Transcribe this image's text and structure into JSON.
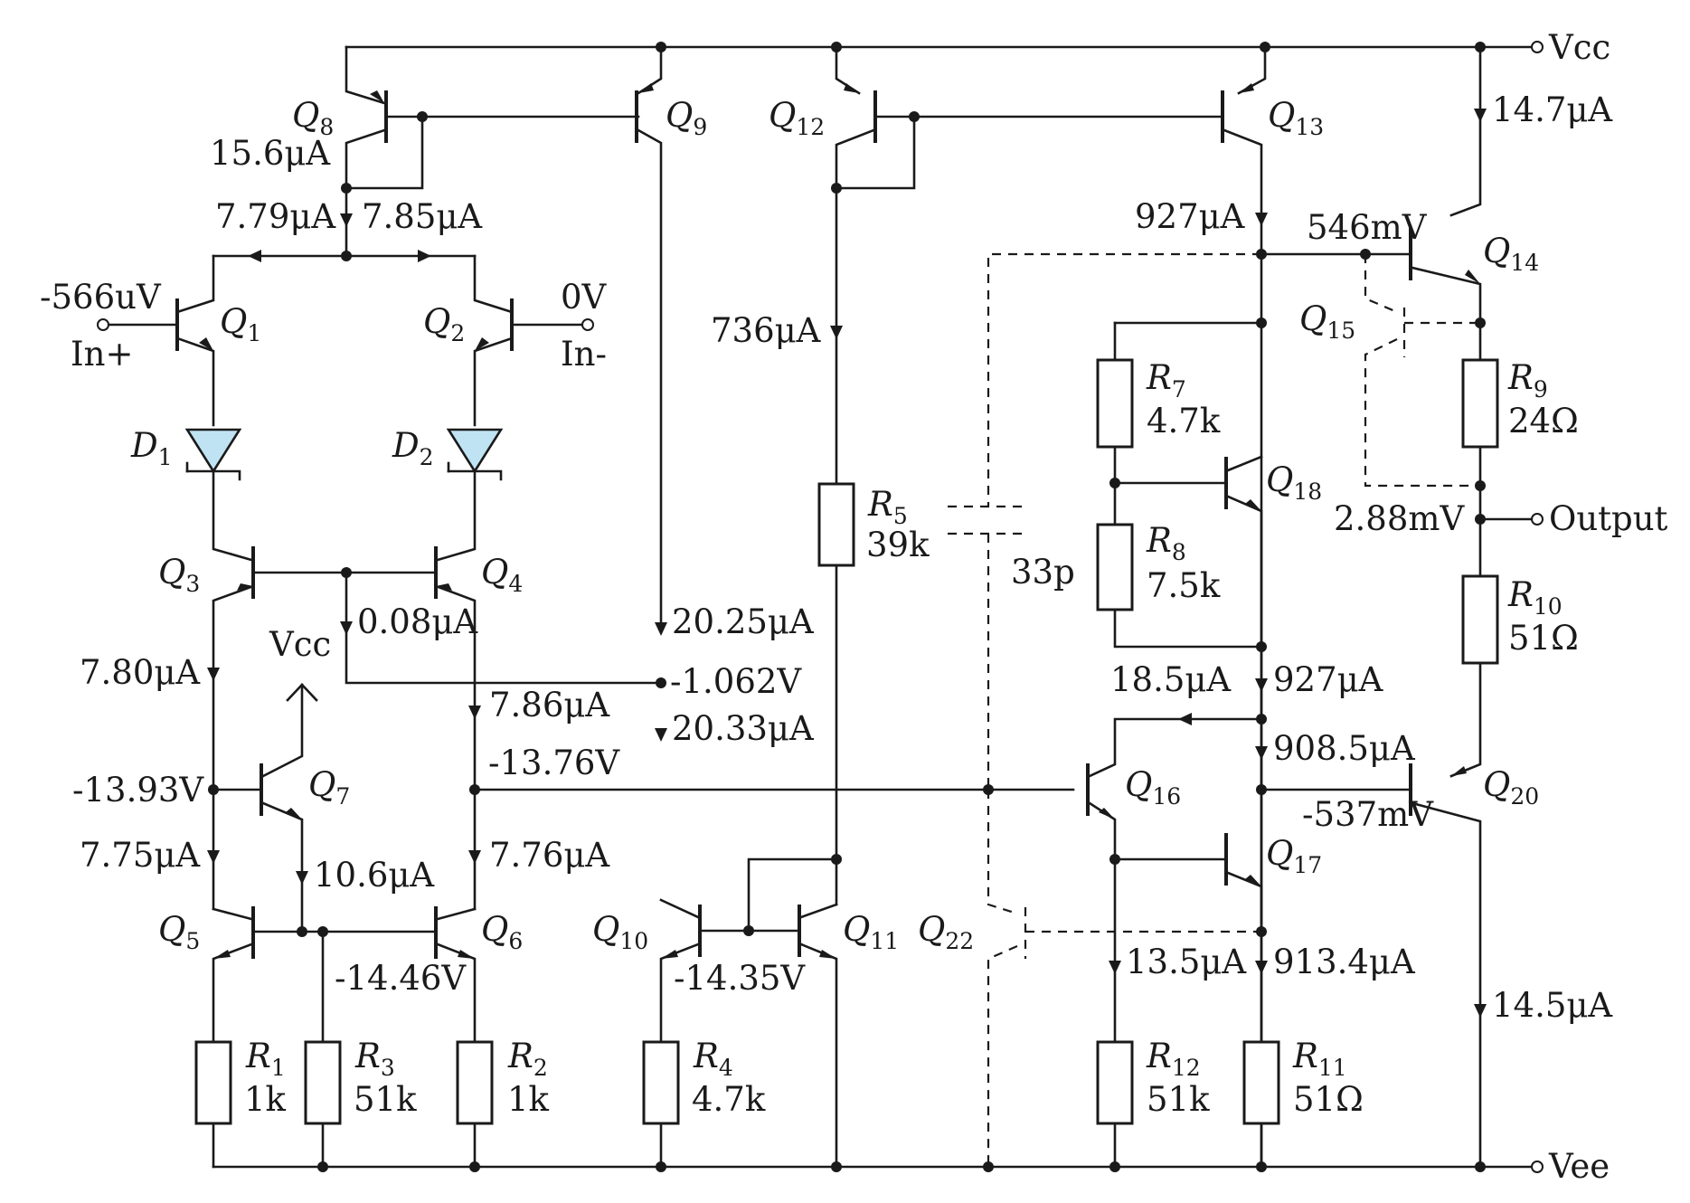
{
  "nets": {
    "vcc": "Vcc",
    "vee": "Vee",
    "output": "Output",
    "in_plus": "In+",
    "in_minus": "In-",
    "q7_vcc": "Vcc"
  },
  "transistors": {
    "q1": {
      "letter": "Q",
      "sub": "1"
    },
    "q2": {
      "letter": "Q",
      "sub": "2"
    },
    "q3": {
      "letter": "Q",
      "sub": "3"
    },
    "q4": {
      "letter": "Q",
      "sub": "4"
    },
    "q5": {
      "letter": "Q",
      "sub": "5"
    },
    "q6": {
      "letter": "Q",
      "sub": "6"
    },
    "q7": {
      "letter": "Q",
      "sub": "7"
    },
    "q8": {
      "letter": "Q",
      "sub": "8"
    },
    "q9": {
      "letter": "Q",
      "sub": "9"
    },
    "q10": {
      "letter": "Q",
      "sub": "10"
    },
    "q11": {
      "letter": "Q",
      "sub": "11"
    },
    "q12": {
      "letter": "Q",
      "sub": "12"
    },
    "q13": {
      "letter": "Q",
      "sub": "13"
    },
    "q14": {
      "letter": "Q",
      "sub": "14"
    },
    "q15": {
      "letter": "Q",
      "sub": "15"
    },
    "q16": {
      "letter": "Q",
      "sub": "16"
    },
    "q17": {
      "letter": "Q",
      "sub": "17"
    },
    "q18": {
      "letter": "Q",
      "sub": "18"
    },
    "q20": {
      "letter": "Q",
      "sub": "20"
    },
    "q22": {
      "letter": "Q",
      "sub": "22"
    }
  },
  "diodes": {
    "d1": {
      "letter": "D",
      "sub": "1"
    },
    "d2": {
      "letter": "D",
      "sub": "2"
    }
  },
  "resistors": {
    "r1": {
      "letter": "R",
      "sub": "1",
      "value": "1k"
    },
    "r2": {
      "letter": "R",
      "sub": "2",
      "value": "1k"
    },
    "r3": {
      "letter": "R",
      "sub": "3",
      "value": "51k"
    },
    "r4": {
      "letter": "R",
      "sub": "4",
      "value": "4.7k"
    },
    "r5": {
      "letter": "R",
      "sub": "5",
      "value": "39k"
    },
    "r7": {
      "letter": "R",
      "sub": "7",
      "value": "4.7k"
    },
    "r8": {
      "letter": "R",
      "sub": "8",
      "value": "7.5k"
    },
    "r9": {
      "letter": "R",
      "sub": "9",
      "value": "24Ω"
    },
    "r10": {
      "letter": "R",
      "sub": "10",
      "value": "51Ω"
    },
    "r11": {
      "letter": "R",
      "sub": "11",
      "value": "51Ω"
    },
    "r12": {
      "letter": "R",
      "sub": "12",
      "value": "51k"
    }
  },
  "capacitor": {
    "value": "33p"
  },
  "currents": {
    "q8": "15.6μA",
    "q1_branch": "7.79μA",
    "q2_branch": "7.85μA",
    "q3_collector": "7.80μA",
    "q4_base": "0.08μA",
    "q4_collector": "7.86μA",
    "q5_collector": "7.75μA",
    "q7_emitter": "10.6μA",
    "q6_collector": "7.76μA",
    "q9_out": "20.25μA",
    "q10_in": "20.33μA",
    "q12_out": "736μA",
    "q13_out": "927μA",
    "q18_out": "927μA",
    "q16_collector": "18.5μA",
    "q17_collector": "908.5μA",
    "r12": "13.5μA",
    "r11": "913.4μA",
    "vcc_rail": "14.7μA",
    "vee_rail": "14.5μA"
  },
  "voltages": {
    "in_plus": "-566uV",
    "in_minus": "0V",
    "q9_node": "-1.062V",
    "q5_collector": "-13.93V",
    "q6_collector": "-13.76V",
    "q6_emitter": "-14.46V",
    "q10_emitter": "-14.35V",
    "q14_base": "546mV",
    "output": "2.88mV",
    "q20_base": "-537mV"
  }
}
